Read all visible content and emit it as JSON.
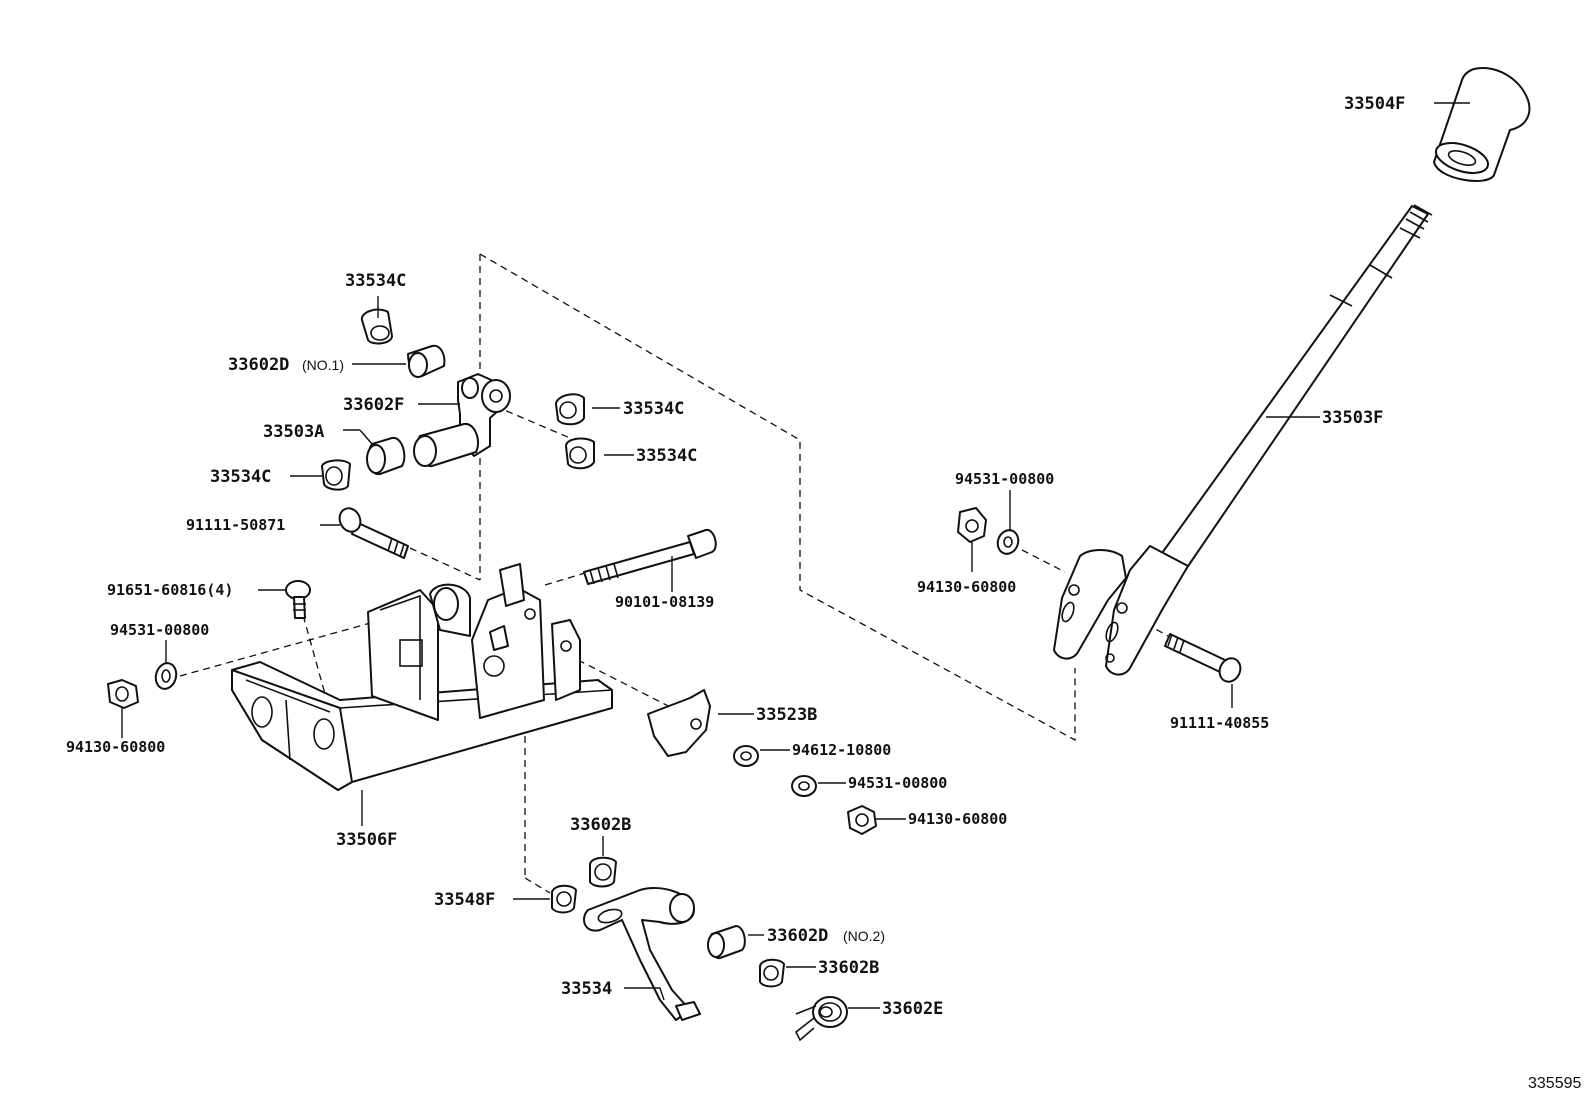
{
  "diagram": {
    "callouts": {
      "c33504F": "33504F",
      "c33503F": "33503F",
      "c33534C_top": "33534C",
      "c33602D_no1": "33602D",
      "c33602D_no1_note": "(NO.1)",
      "c33602F": "33602F",
      "c33534C_right1": "33534C",
      "c33503A": "33503A",
      "c33534C_right2": "33534C",
      "c33534C_left": "33534C",
      "c91111_50871": "91111-50871",
      "c91651_60816": "91651-60816(4)",
      "c90101_08139": "90101-08139",
      "c94531_00800_left": "94531-00800",
      "c94130_60800_left": "94130-60800",
      "c94531_00800_right": "94531-00800",
      "c94130_60800_right": "94130-60800",
      "c91111_40855": "91111-40855",
      "c33523B": "33523B",
      "c94612_10800": "94612-10800",
      "c94531_00800_mid": "94531-00800",
      "c94130_60800_mid": "94130-60800",
      "c33506F": "33506F",
      "c33602B_top": "33602B",
      "c33548F": "33548F",
      "c33602D_no2": "33602D",
      "c33602D_no2_note": "(NO.2)",
      "c33602B_bottom": "33602B",
      "c33534": "33534",
      "c33602E": "33602E"
    },
    "catalog_number": "335595"
  }
}
